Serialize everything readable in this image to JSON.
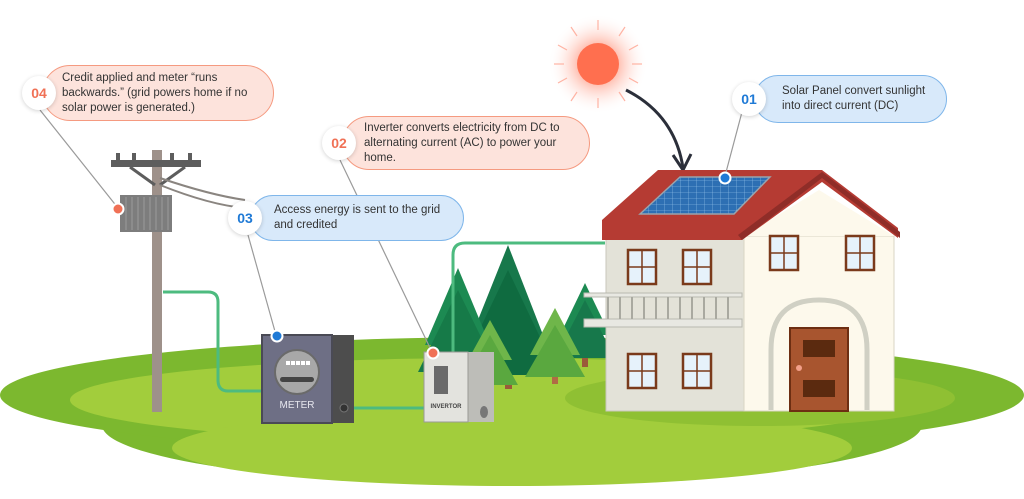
{
  "diagram": {
    "title": "Net metering solar power system",
    "colors": {
      "orange_accent": "#f07156",
      "blue_accent": "#1f7ad6",
      "sun": "#ff6f4f",
      "grass_dark": "#7cb82f",
      "grass_light": "#a2cd3c",
      "roof": "#b53b33",
      "wire": "#4dbb7f"
    },
    "callouts": [
      {
        "number": "01",
        "text": "Solar Panel convert sunlight into direct current (DC)",
        "style": "blue"
      },
      {
        "number": "02",
        "text": "Inverter converts electricity from DC to alternating current (AC) to power your home.",
        "style": "orange"
      },
      {
        "number": "03",
        "text": "Access energy is sent to the grid and credited",
        "style": "blue"
      },
      {
        "number": "04",
        "text": "Credit applied and meter “runs backwards.” (grid powers home if no solar power is generated.)",
        "style": "orange"
      }
    ],
    "components": {
      "meter_label": "METER",
      "inverter_label": "INVERTOR"
    }
  }
}
